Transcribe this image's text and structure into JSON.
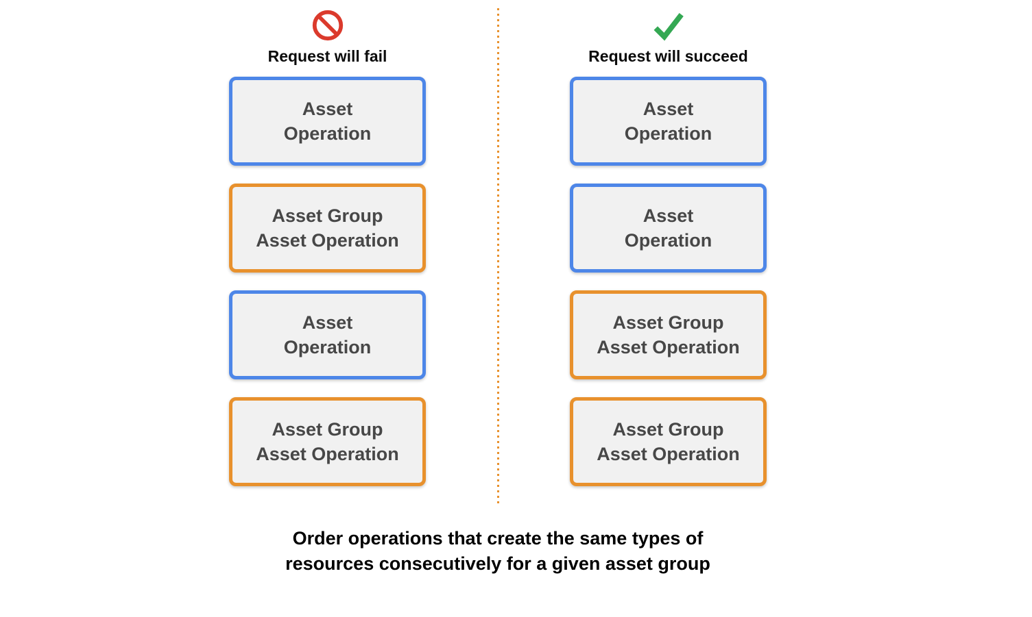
{
  "diagram": {
    "fail_column": {
      "title": "Request will fail",
      "icon": "prohibition-icon",
      "boxes": [
        {
          "type": "asset-operation",
          "label": "Asset\nOperation"
        },
        {
          "type": "asset-group-asset-operation",
          "label": "Asset Group\nAsset Operation"
        },
        {
          "type": "asset-operation",
          "label": "Asset\nOperation"
        },
        {
          "type": "asset-group-asset-operation",
          "label": "Asset Group\nAsset Operation"
        }
      ]
    },
    "succeed_column": {
      "title": "Request will succeed",
      "icon": "checkmark-icon",
      "boxes": [
        {
          "type": "asset-operation",
          "label": "Asset\nOperation"
        },
        {
          "type": "asset-operation",
          "label": "Asset\nOperation"
        },
        {
          "type": "asset-group-asset-operation",
          "label": "Asset Group\nAsset Operation"
        },
        {
          "type": "asset-group-asset-operation",
          "label": "Asset Group\nAsset Operation"
        }
      ]
    },
    "caption": "Order operations that create the same types of\nresources consecutively for a given asset group",
    "colors": {
      "asset_operation_border": "#4d86e8",
      "asset_group_asset_operation_border": "#e8912d",
      "box_fill": "#f1f1f1",
      "box_text": "#474747",
      "fail_icon_red": "#db3a2c",
      "success_icon_green": "#34a853",
      "divider_dots_orange": "#e8912d",
      "title_text": "#0b0b0b"
    }
  }
}
